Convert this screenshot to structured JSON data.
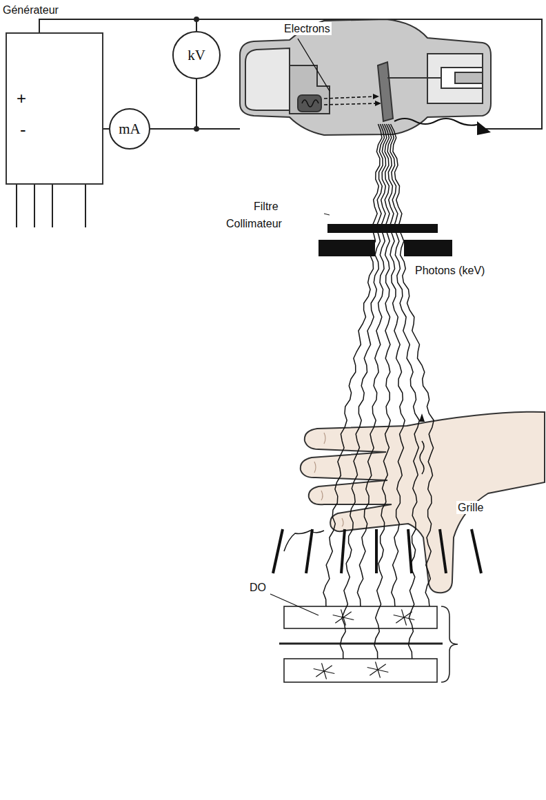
{
  "diagram": {
    "nodes": [
      {
        "text": [
          "Générateur",
          "+",
          "-"
        ]
      },
      {
        "text": [
          "kV"
        ]
      },
      {
        "text": [
          "mA"
        ]
      }
    ],
    "edges": [
      {
        "from": 0,
        "to": 1,
        "arrow": "none"
      },
      {
        "from": 0,
        "to": 2,
        "arrow": "none"
      },
      {
        "from": 2,
        "to": 1,
        "arrow": "none"
      }
    ],
    "labels": [
      "Electrons",
      "Filtre",
      "Collimateur",
      "Photons (keV)",
      "Grille",
      "DO"
    ]
  }
}
